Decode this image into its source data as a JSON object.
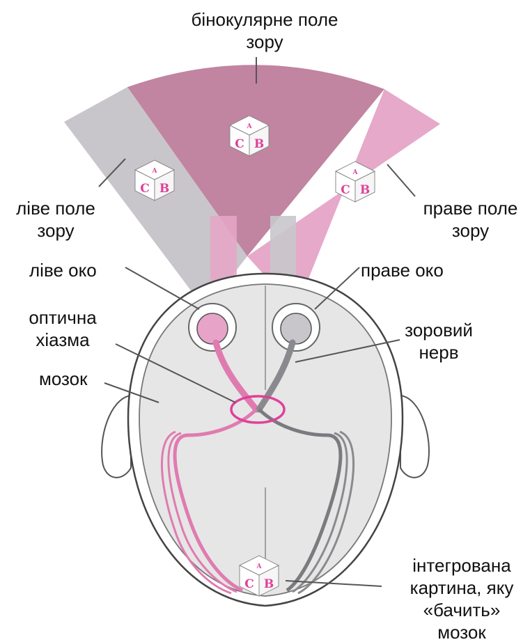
{
  "labels": {
    "binocular_field": [
      "бінокулярне поле",
      "зору"
    ],
    "left_field": [
      "ліве поле",
      "зору"
    ],
    "right_field": [
      "праве поле",
      "зору"
    ],
    "left_eye": "ліве око",
    "right_eye": "праве око",
    "optic_chiasm": [
      "оптична",
      "хіазма"
    ],
    "optic_nerve": [
      "зоровий",
      "нерв"
    ],
    "brain": "мозок",
    "integrated_image": [
      "інтегрована",
      "картина, яку",
      "«бачить»",
      "мозок"
    ]
  },
  "cube": {
    "left_letter": "С",
    "right_letter": "В",
    "top_letter": "А"
  },
  "colors": {
    "binocular": "#c184a1",
    "left_field": "#c8c6cb",
    "right_field": "#e6a9c9",
    "pathway_pink": "#e07bb0",
    "pathway_gray": "#8a8a8e",
    "brain": "#e6e6e6",
    "letters": "#e0409a"
  }
}
